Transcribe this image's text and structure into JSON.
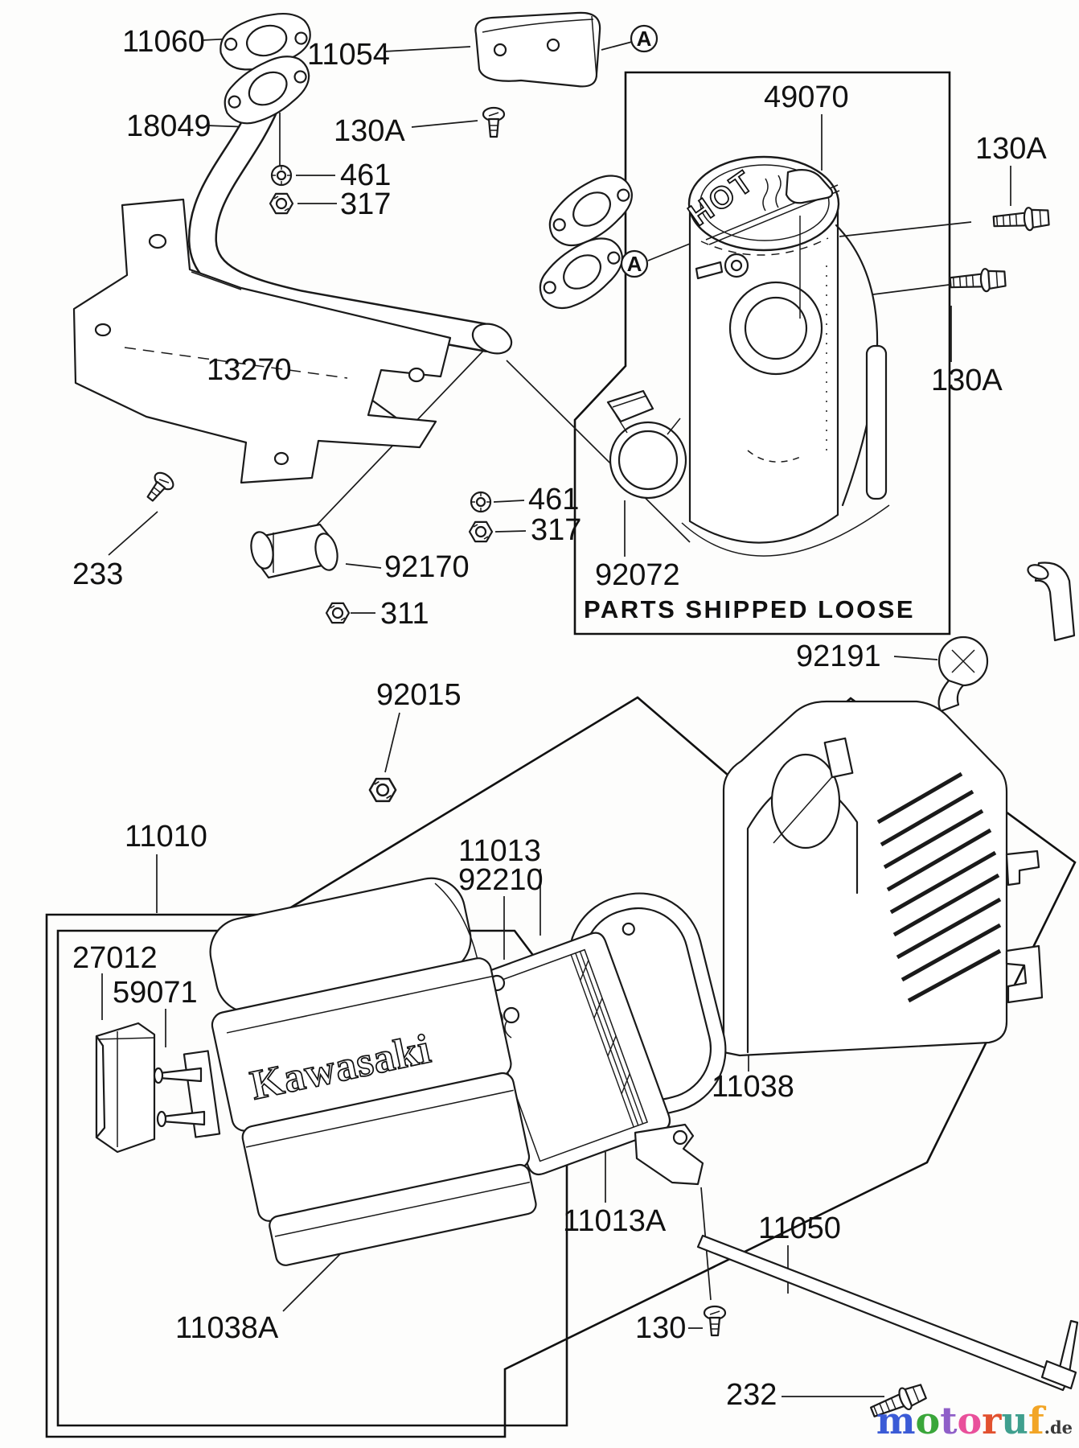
{
  "diagram": {
    "title_hidden": "",
    "callouts": [
      {
        "id": "11060",
        "text": "11060"
      },
      {
        "id": "11054",
        "text": "11054"
      },
      {
        "id": "18049",
        "text": "18049"
      },
      {
        "id": "130A-top",
        "text": "130A"
      },
      {
        "id": "461-top",
        "text": "461"
      },
      {
        "id": "317-top",
        "text": "317"
      },
      {
        "id": "49070",
        "text": "49070"
      },
      {
        "id": "130A-right-upper",
        "text": "130A"
      },
      {
        "id": "130A-right-lower",
        "text": "130A"
      },
      {
        "id": "13270",
        "text": "13270"
      },
      {
        "id": "233",
        "text": "233"
      },
      {
        "id": "461-mid",
        "text": "461"
      },
      {
        "id": "317-mid",
        "text": "317"
      },
      {
        "id": "92170",
        "text": "92170"
      },
      {
        "id": "311",
        "text": "311"
      },
      {
        "id": "92072",
        "text": "92072"
      },
      {
        "id": "92191",
        "text": "92191"
      },
      {
        "id": "92015",
        "text": "92015"
      },
      {
        "id": "11010",
        "text": "11010"
      },
      {
        "id": "11013",
        "text": "11013"
      },
      {
        "id": "92210",
        "text": "92210"
      },
      {
        "id": "27012",
        "text": "27012"
      },
      {
        "id": "59071",
        "text": "59071"
      },
      {
        "id": "11038",
        "text": "11038"
      },
      {
        "id": "11013A",
        "text": "11013A"
      },
      {
        "id": "11038A",
        "text": "11038A"
      },
      {
        "id": "11050",
        "text": "11050"
      },
      {
        "id": "130",
        "text": "130"
      },
      {
        "id": "232",
        "text": "232"
      }
    ],
    "boxes": {
      "shipped_loose": "PARTS SHIPPED LOOSE"
    },
    "markers": [
      "A",
      "A"
    ],
    "muffler": {
      "warning": "HOT"
    },
    "cover": {
      "brand": "Kawasaki"
    }
  },
  "watermark": {
    "letters": [
      "m",
      "o",
      "t",
      "o",
      "r",
      "u",
      "f"
    ],
    "colors": [
      "#3b5bd6",
      "#3aa63a",
      "#8f5fc8",
      "#e9509b",
      "#e2512f",
      "#3f9f8e",
      "#f2a526"
    ],
    "suffix": ".de"
  }
}
